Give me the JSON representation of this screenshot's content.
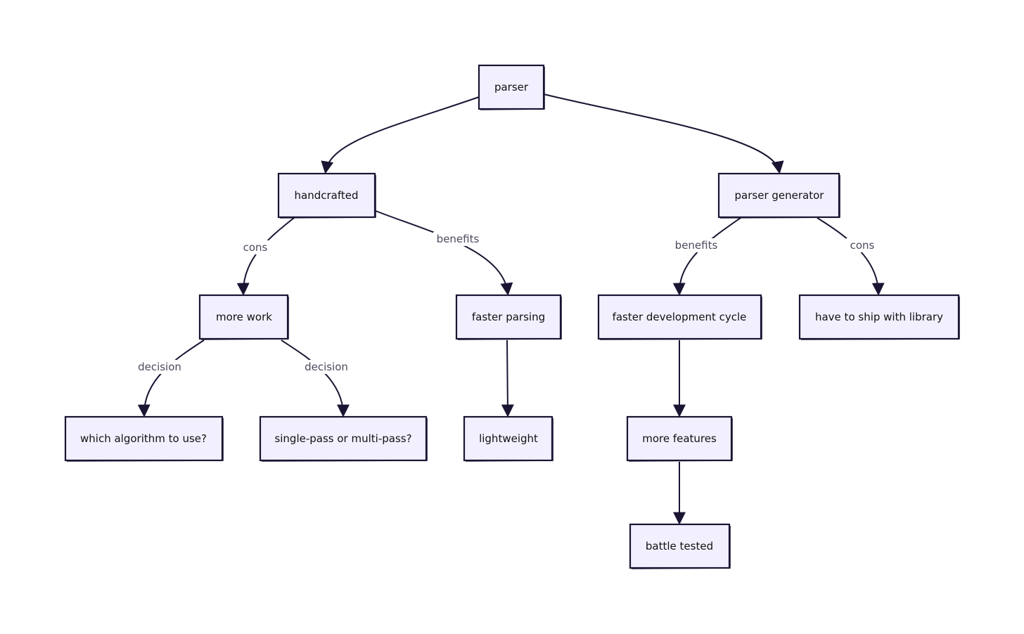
{
  "diagram": {
    "nodes": {
      "parser": "parser",
      "handcrafted": "handcrafted",
      "parser_generator": "parser generator",
      "more_work": "more work",
      "faster_parsing": "faster parsing",
      "faster_dev_cycle": "faster development cycle",
      "ship_with_library": "have to ship with library",
      "which_algorithm": "which algorithm to use?",
      "single_or_multi_pass": "single-pass or multi-pass?",
      "lightweight": "lightweight",
      "more_features": "more features",
      "battle_tested": "battle tested"
    },
    "edge_labels": {
      "handcrafted_cons": "cons",
      "handcrafted_benefits": "benefits",
      "generator_benefits": "benefits",
      "generator_cons": "cons",
      "more_work_decision_1": "decision",
      "more_work_decision_2": "decision"
    },
    "colors": {
      "node_fill": "#f2f0ff",
      "node_stroke": "#1c1433",
      "edge_label_text": "#4a4a5e"
    }
  }
}
